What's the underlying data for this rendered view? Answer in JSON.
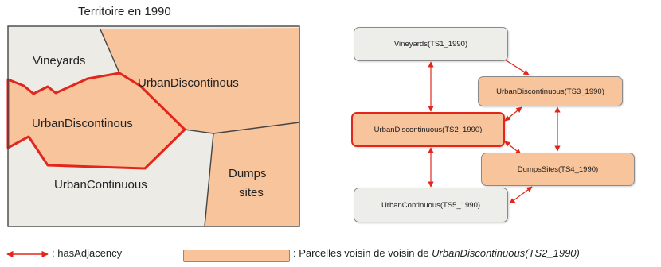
{
  "map": {
    "title": "Territoire en 1990",
    "regions": {
      "vineyards": "Vineyards",
      "urban_discontinous_top": "UrbanDiscontinous",
      "urban_discontinous_focus": "UrbanDiscontinous",
      "urban_continuous": "UrbanContinuous",
      "dumps_line1": "Dumps",
      "dumps_line2": "sites"
    },
    "colors": {
      "gray_region": "#ecebe6",
      "orange_region": "#f8c49c",
      "focus_outline": "#e3261c"
    }
  },
  "graph": {
    "nodes": {
      "ts1": "Vineyards(TS1_1990)",
      "ts2": "UrbanDiscontinuous(TS2_1990)",
      "ts3": "UrbanDiscontinuous(TS3_1990)",
      "ts4": "DumpsSites(TS4_1990)",
      "ts5": "UrbanContinuous(TS5_1990)"
    },
    "edge_color": "#e3261c"
  },
  "legend": {
    "adjacency_label": ": hasAdjacency",
    "parcels_prefix": ": Parcelles voisin de voisin de ",
    "parcels_focus": "UrbanDiscontinuous(TS2_1990)"
  }
}
